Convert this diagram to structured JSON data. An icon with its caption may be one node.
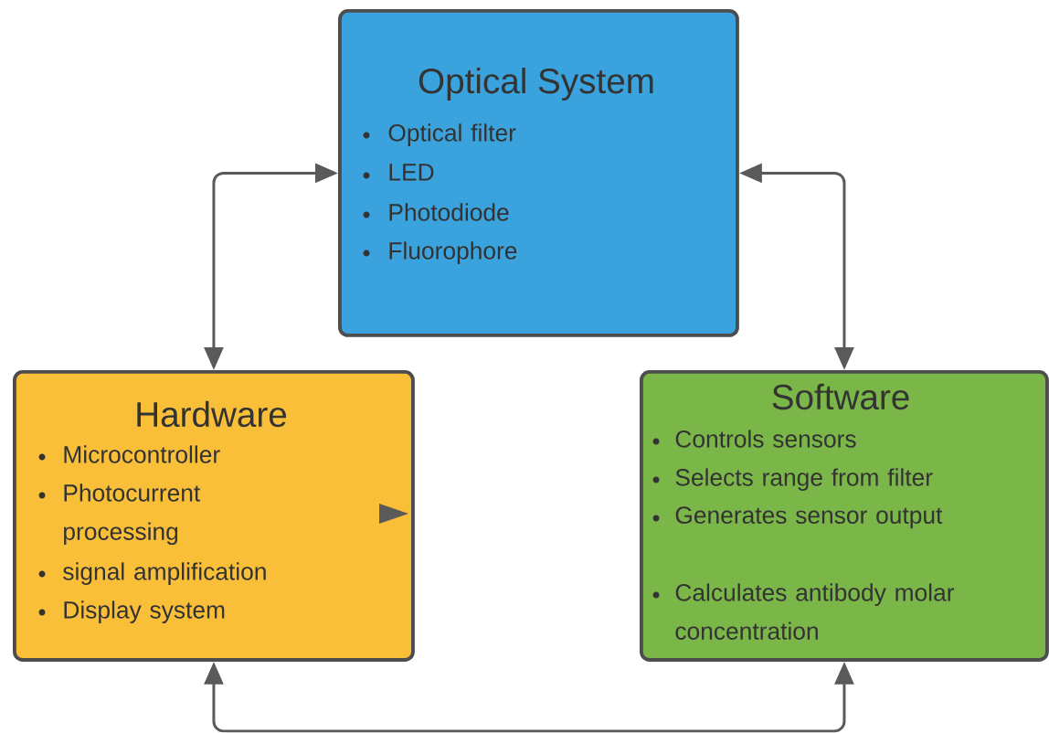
{
  "diagram": {
    "nodes": [
      {
        "text": [
          "Optical System",
          "Optical filter",
          "LED",
          "Photodiode",
          "Fluorophore"
        ]
      },
      {
        "text": [
          "Hardware",
          "Microcontroller",
          "Photocurrent processing",
          "signal amplification",
          "Display system"
        ]
      },
      {
        "text": [
          "Software",
          "Controls sensors",
          "Selects range from filter",
          "Generates sensor output",
          "Calculates antibody molar concentration"
        ]
      }
    ],
    "edges": [
      {
        "from": 0,
        "to": 1,
        "arrow": "both"
      },
      {
        "from": 0,
        "to": 2,
        "arrow": "both"
      },
      {
        "from": 1,
        "to": 2,
        "arrow": "both"
      }
    ]
  }
}
